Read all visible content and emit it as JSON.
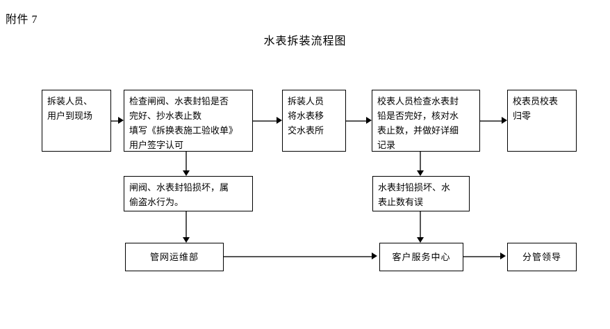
{
  "page": {
    "attachment_label": "附件 7",
    "title": "水表拆装流程图"
  },
  "nodes": {
    "n1": {
      "text": "拆装人员、\n用户到现场"
    },
    "n2": {
      "text": "检查闸阀、水表封铅是否\n完好、抄水表止数\n填写《拆换表施工验收单》\n用户签字认可"
    },
    "n3": {
      "text": "拆装人员\n将水表移\n交水表所"
    },
    "n4": {
      "text": "校表人员检查水表封\n铅是否完好，核对水\n表止数，并做好详细\n记录"
    },
    "n5": {
      "text": "校表员校表\n归零"
    },
    "n6": {
      "text": "闸阀、水表封铅损坏，属\n偷盗水行为。"
    },
    "n7": {
      "text": "水表封铅损坏、水\n表止数有误"
    },
    "n8": {
      "text": "管网运维部"
    },
    "n9": {
      "text": "客户服务中心"
    },
    "n10": {
      "text": "分管领导"
    }
  },
  "colors": {
    "stroke": "#000000",
    "connector": "#555555",
    "background": "#ffffff"
  }
}
